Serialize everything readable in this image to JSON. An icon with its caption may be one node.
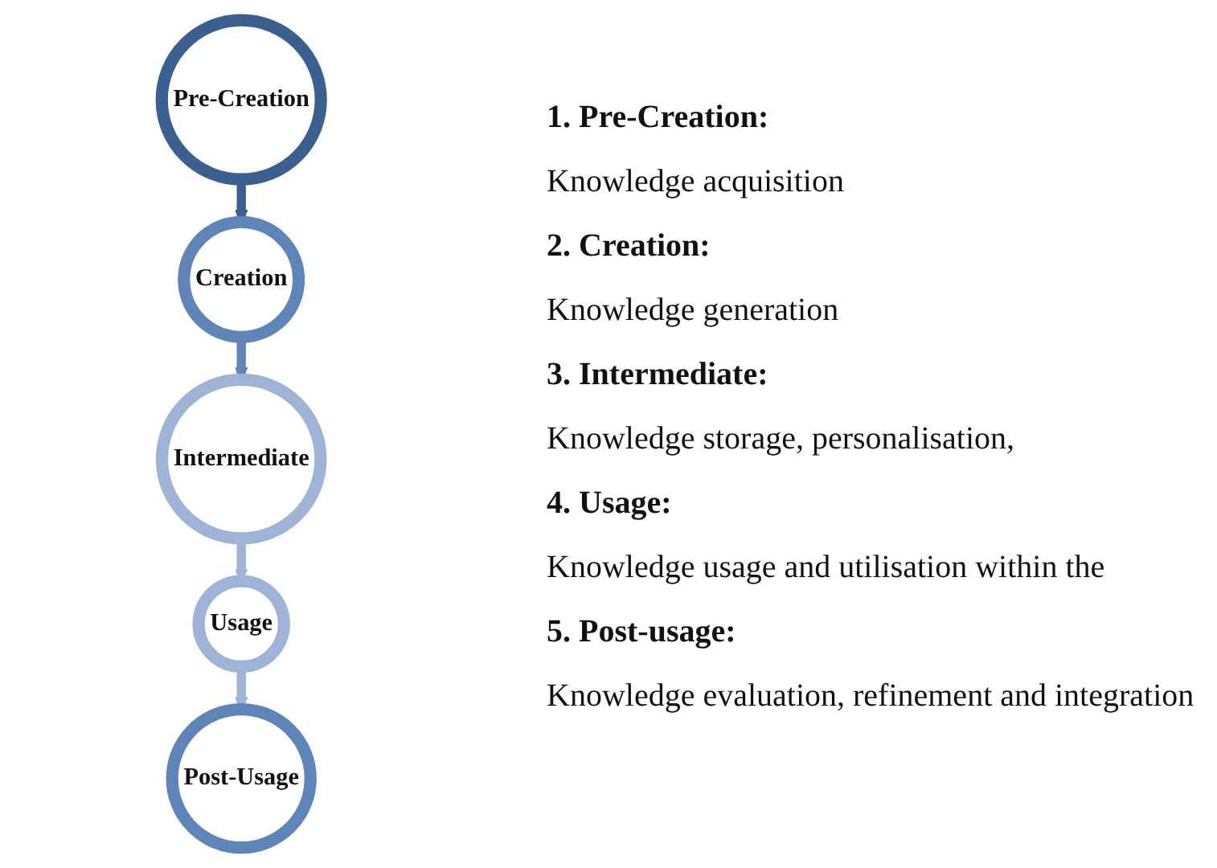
{
  "diagram": {
    "nodes": [
      {
        "text": [
          "Pre-Creation"
        ]
      },
      {
        "text": [
          "Creation"
        ]
      },
      {
        "text": [
          "Intermediate"
        ]
      },
      {
        "text": [
          "Usage"
        ]
      },
      {
        "text": [
          "Post-Usage"
        ]
      }
    ],
    "edges": [
      {
        "from": 0,
        "to": 1,
        "arrow": "to",
        "color": "#3b5f8f"
      },
      {
        "from": 1,
        "to": 2,
        "arrow": "to",
        "color": "#5f84b8"
      },
      {
        "from": 2,
        "to": 3,
        "arrow": "to"
      },
      {
        "from": 3,
        "to": 4,
        "arrow": "to"
      }
    ],
    "labels": [
      "1. Pre-Creation:",
      "Knowledge acquisition",
      "2. Creation:",
      "Knowledge generation",
      "3. Intermediate:",
      "Knowledge storage, personalisation,",
      "4. Usage:",
      "Knowledge usage and utilisation within the",
      "5. Post-usage:",
      "Knowledge evaluation, refinement and integration"
    ]
  }
}
